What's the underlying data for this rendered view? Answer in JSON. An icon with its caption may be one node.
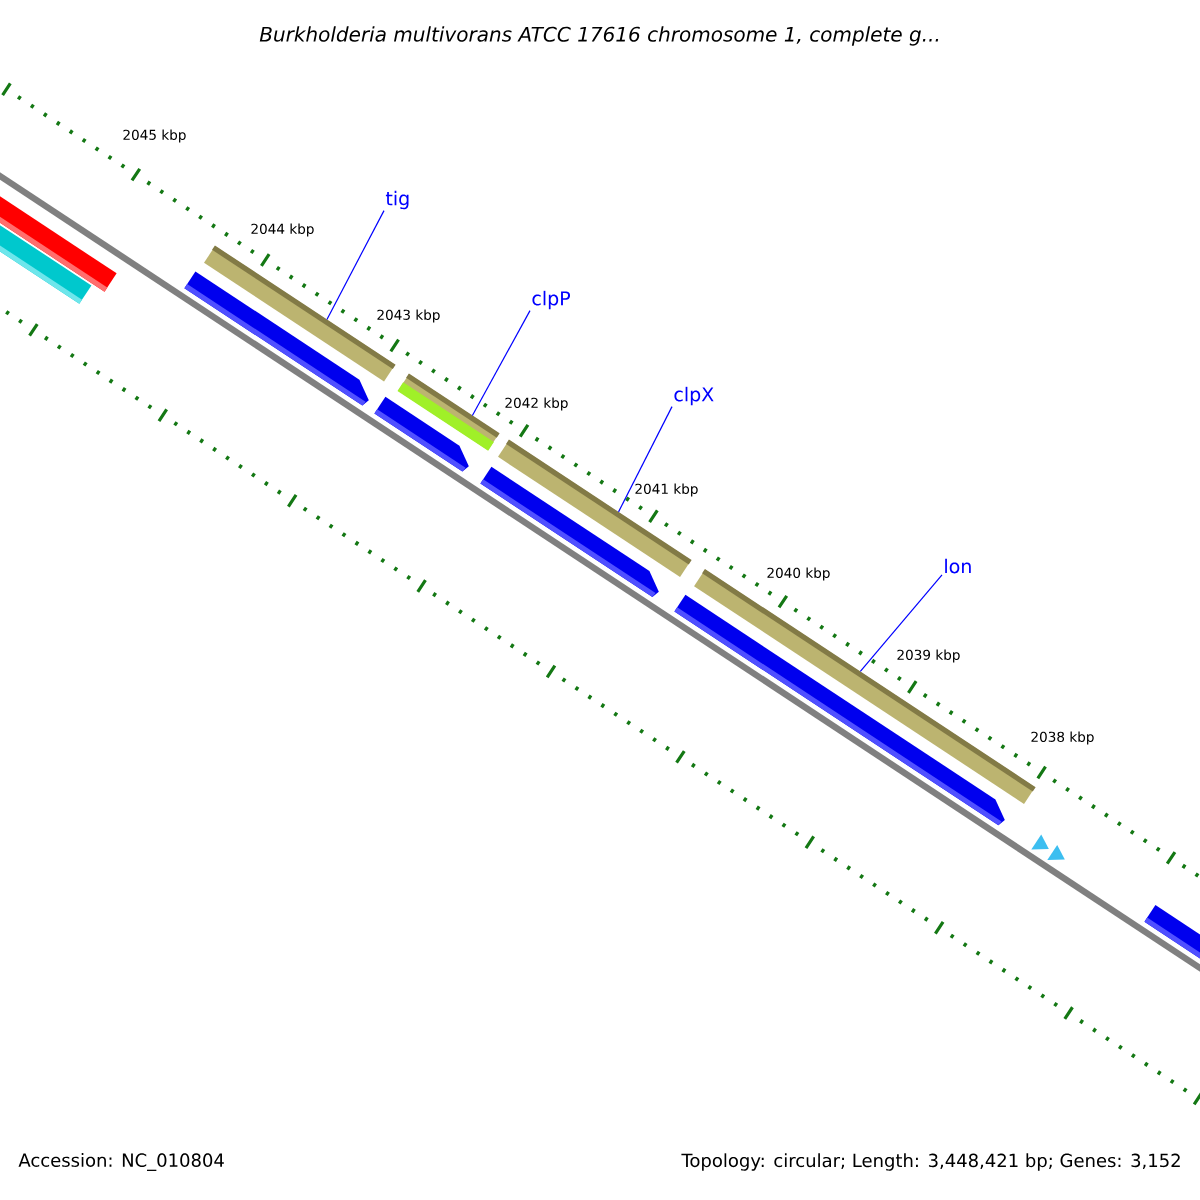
{
  "diagram": {
    "title": "Burkholderia multivorans ATCC 17616 chromosome 1, complete g...",
    "nodes": [
      {
        "text": [
          "tig"
        ]
      },
      {
        "text": [
          "clpP"
        ]
      },
      {
        "text": [
          "clpX"
        ]
      },
      {
        "text": [
          "lon"
        ]
      },
      {
        "text": [],
        "shape": "bar"
      },
      {
        "text": [],
        "shape": "bar"
      },
      {
        "text": [],
        "shape": "bar"
      },
      {
        "text": [],
        "shape": "bar"
      }
    ],
    "edges": [
      {
        "from": 0,
        "to": 4,
        "arrow": "none"
      },
      {
        "from": 1,
        "to": 5,
        "arrow": "none"
      },
      {
        "from": 2,
        "to": 6,
        "arrow": "none"
      },
      {
        "from": 3,
        "to": 7,
        "arrow": "none"
      }
    ],
    "labels": [
      "2045 kbp",
      "2044 kbp",
      "2043 kbp",
      "2042 kbp",
      "2041 kbp",
      "2040 kbp",
      "2039 kbp",
      "2038 kbp",
      "Accession: NC_010804",
      "Topology: circular; Length: 3,448,421 bp; Genes: 3,152"
    ]
  }
}
